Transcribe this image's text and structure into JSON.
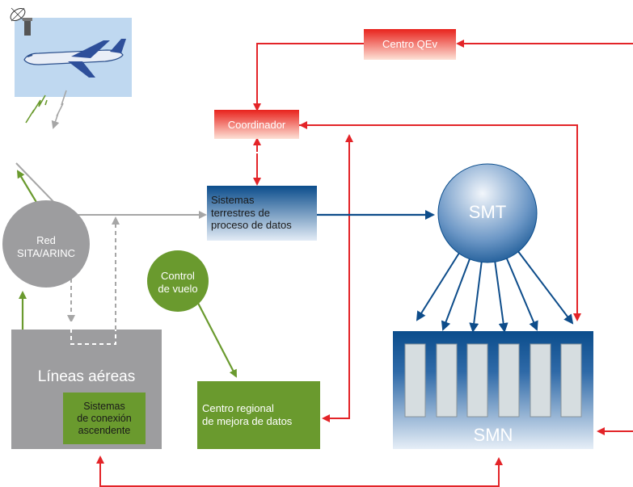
{
  "nodes": {
    "centro_qev": "Centro QEv",
    "coordinador": "Coordinador",
    "sistemas_terrestres": [
      "Sistemas",
      "terrestres de",
      "proceso de datos"
    ],
    "smt": "SMT",
    "smn": "SMN",
    "red": [
      "Red",
      "SITA/ARINC"
    ],
    "control": [
      "Control",
      "de vuelo"
    ],
    "lineas": "Líneas aéreas",
    "conexion": [
      "Sistemas",
      "de conexión",
      "ascendente"
    ],
    "centro_regional": [
      "Centro regional",
      "de mejora de datos"
    ]
  },
  "icons": {
    "satellite": "satellite-dish-icon",
    "airplane": "airplane-icon",
    "lightning": "lightning-icon"
  },
  "colors": {
    "red_arrow": "#e32428",
    "blue_arrow": "#0d4c8a",
    "green_arrow": "#6a9a2e",
    "grey_arrow": "#a6a6a6",
    "green_box": "#6a9a2e",
    "grey_box": "#9d9d9f",
    "blue_box": "#0b4d8c"
  }
}
